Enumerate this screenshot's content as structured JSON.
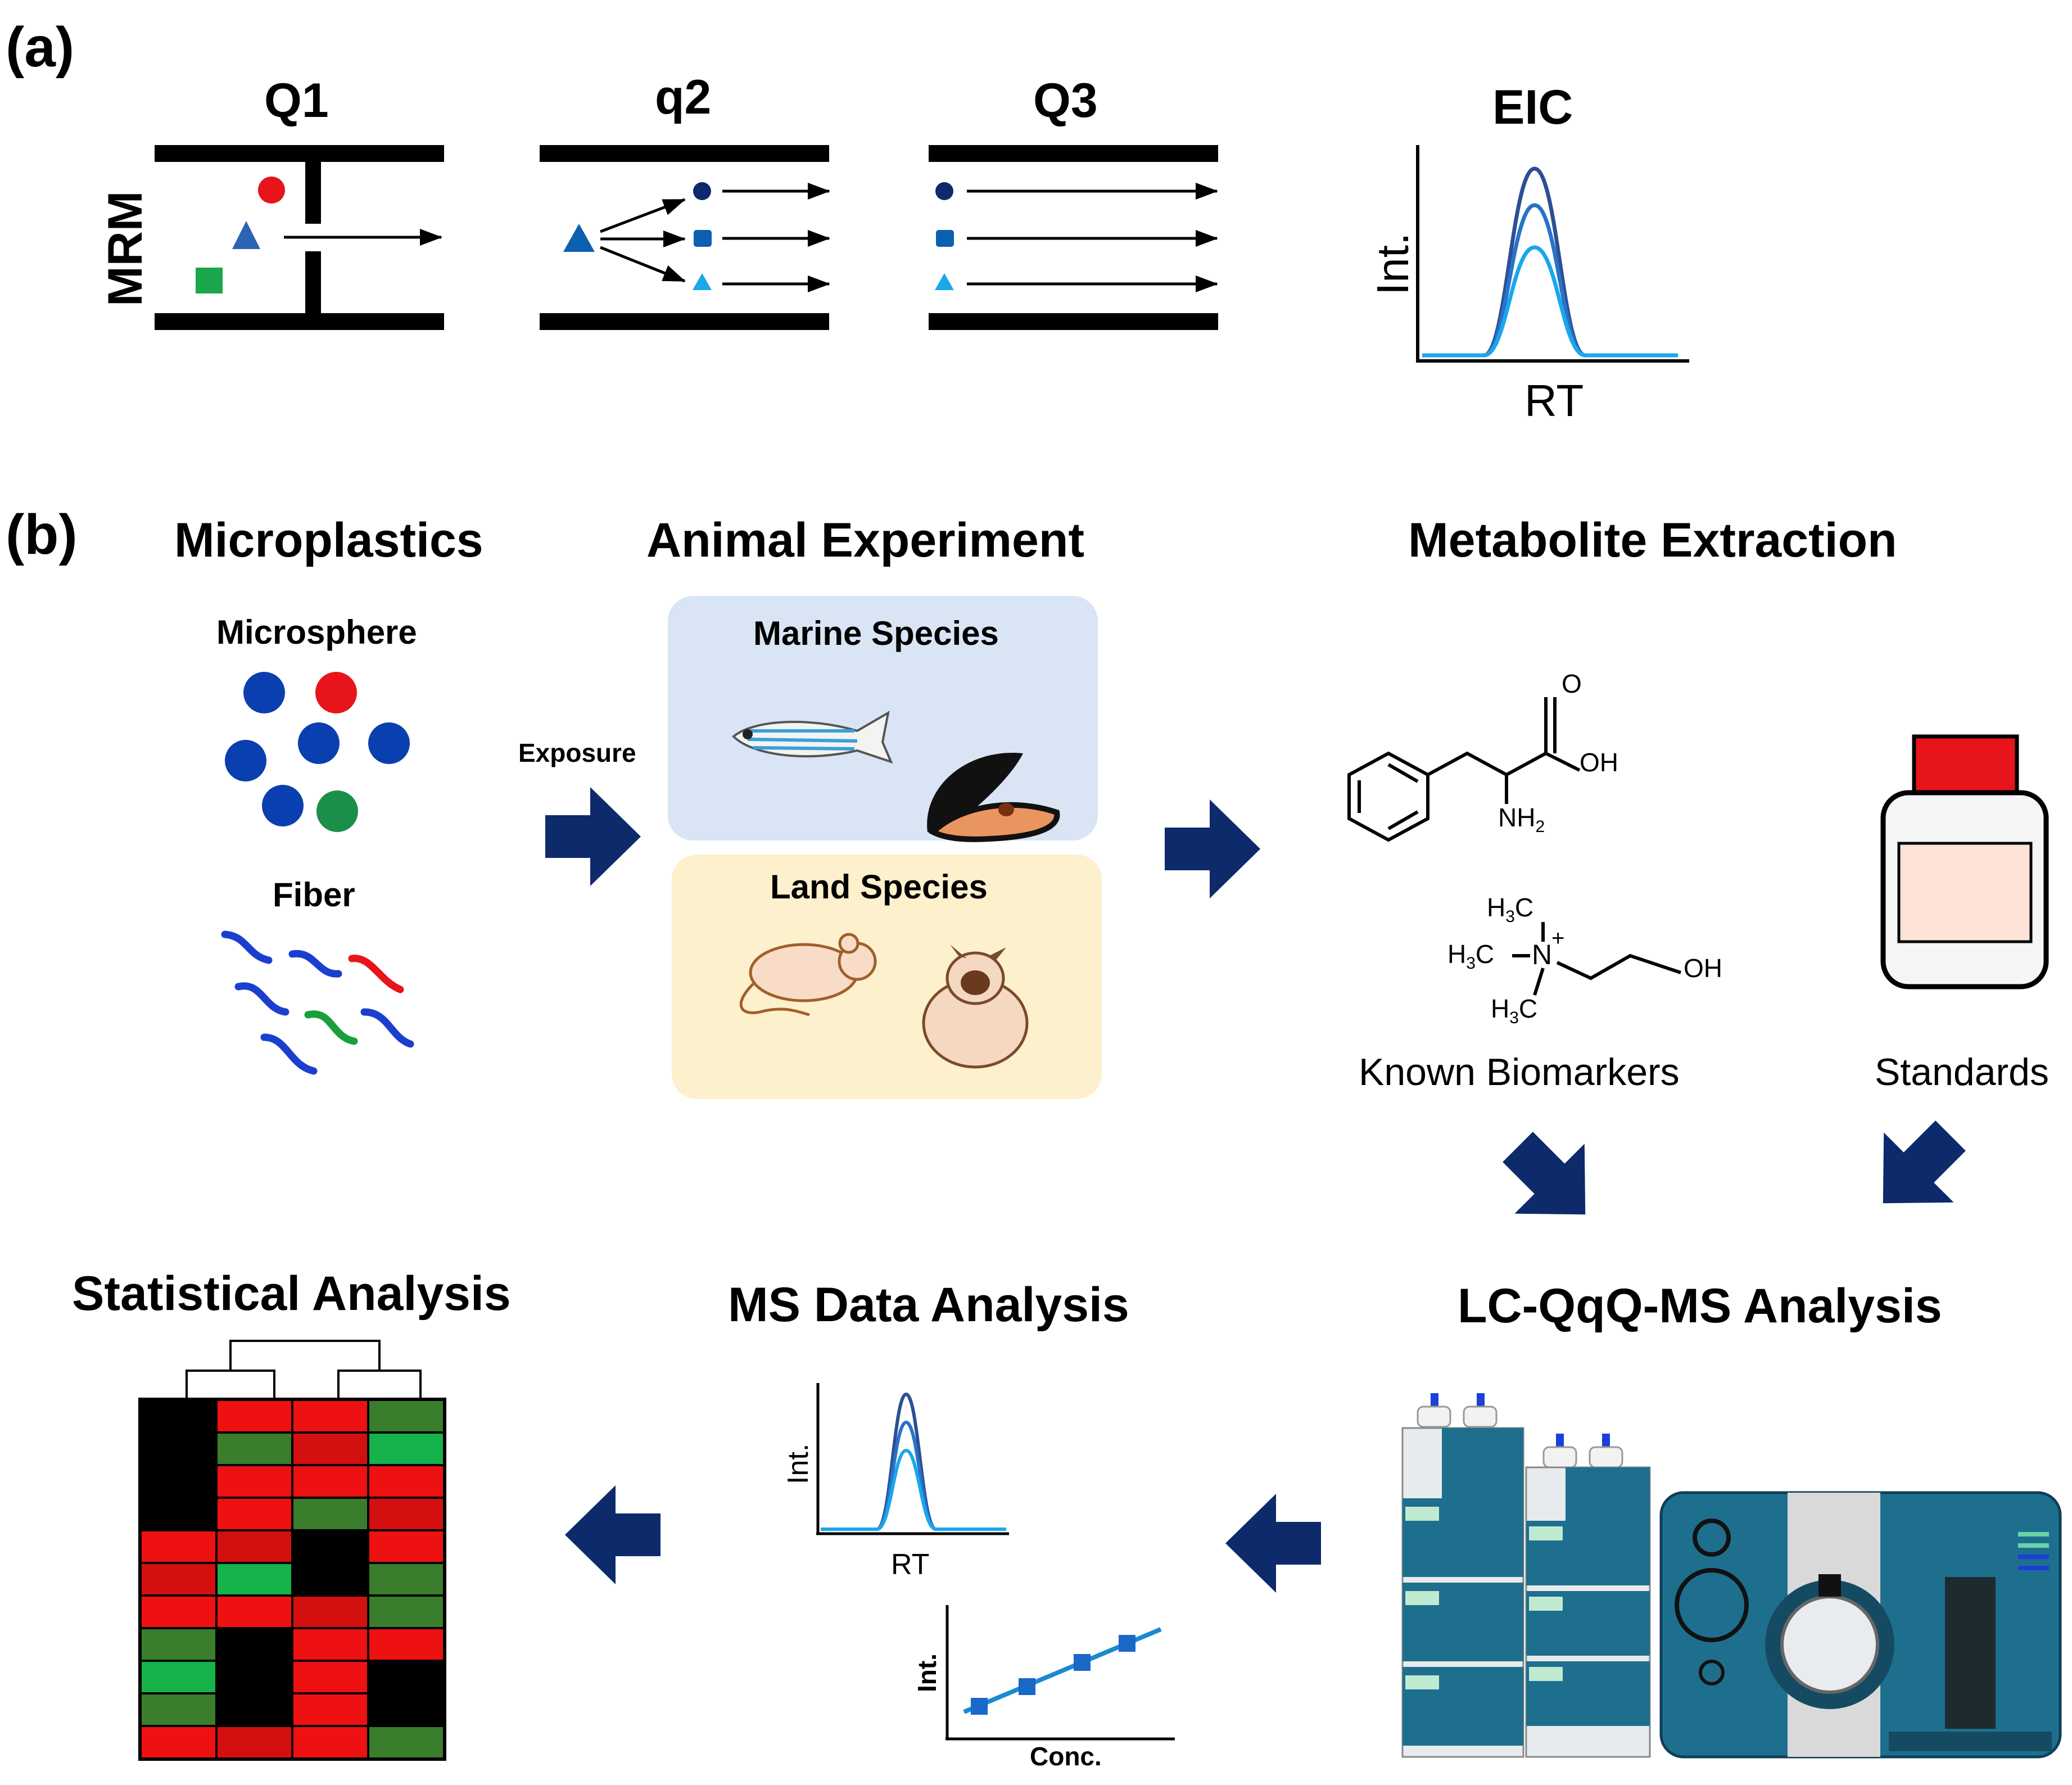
{
  "panel_a": {
    "label": "(a)",
    "mode_label": "MRM",
    "q1_label": "Q1",
    "q2_label": "q2",
    "q3_label": "Q3",
    "eic": {
      "title": "EIC",
      "ylabel": "Int.",
      "xlabel": "RT"
    }
  },
  "panel_b": {
    "label": "(b)",
    "microplastics": {
      "title": "Microplastics",
      "sphere_label": "Microsphere",
      "fiber_label": "Fiber"
    },
    "exposure_label": "Exposure",
    "animal": {
      "title": "Animal Experiment",
      "marine_label": "Marine Species",
      "land_label": "Land Species"
    },
    "extraction": {
      "title": "Metabolite Extraction",
      "biomarkers_label": "Known Biomarkers",
      "standards_label": "Standards"
    },
    "chem": {
      "o": "O",
      "oh": "OH",
      "nh": "NH",
      "sub2": "2",
      "h3c": "H",
      "sub3": "3",
      "c": "C",
      "n": "N",
      "plus": "+"
    },
    "lcms": {
      "title": "LC-QqQ-MS Analysis"
    },
    "msdata": {
      "title": "MS Data Analysis",
      "eic_ylabel": "Int.",
      "eic_xlabel": "RT",
      "cal_ylabel": "Int.",
      "cal_xlabel": "Conc."
    },
    "stats": {
      "title": "Statistical Analysis"
    }
  },
  "colors": {
    "dark_navy": "#0d2a6b",
    "mid_blue": "#2c63b5",
    "light_blue": "#1aa7ec",
    "red": "#e8141b",
    "green": "#1aa64b",
    "sphere_blue": "#0a3fb0",
    "marine_bg": "#d9e4f4",
    "land_bg": "#fdf0cc",
    "instrument_teal": "#1e6f8e",
    "heat_red": "#ee1111",
    "heat_dark_red": "#d40f0f",
    "heat_green": "#3a7d2c",
    "heat_bright_green": "#16b24a"
  },
  "heatmap": {
    "cells": [
      [
        "black",
        "red",
        "red",
        "green"
      ],
      [
        "black",
        "green",
        "darkred",
        "brightgreen"
      ],
      [
        "black",
        "red",
        "red",
        "red"
      ],
      [
        "black",
        "red",
        "green",
        "darkred"
      ],
      [
        "red",
        "darkred",
        "black",
        "red"
      ],
      [
        "darkred",
        "brightgreen",
        "black",
        "green"
      ],
      [
        "red",
        "red",
        "darkred",
        "green"
      ],
      [
        "green",
        "black",
        "red",
        "red"
      ],
      [
        "brightgreen",
        "black",
        "red",
        "black"
      ],
      [
        "green",
        "black",
        "red",
        "black"
      ],
      [
        "red",
        "darkred",
        "red",
        "green"
      ]
    ]
  }
}
